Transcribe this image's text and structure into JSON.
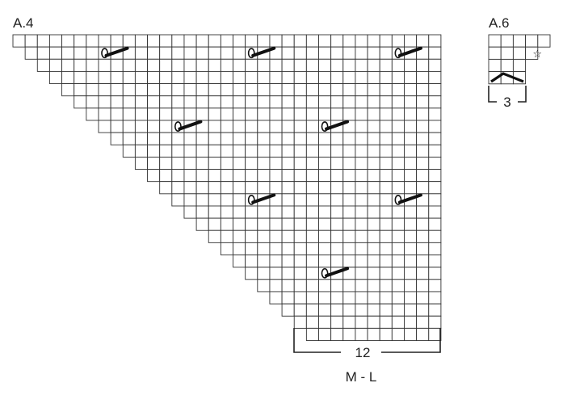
{
  "charts": [
    {
      "title": "A.4",
      "width_label": "12",
      "size_label": "M - L",
      "symbols": [
        {
          "type": "yarn-over-cable",
          "row": 1,
          "col": 7
        },
        {
          "type": "yarn-over-cable",
          "row": 1,
          "col": 19
        },
        {
          "type": "yarn-over-cable",
          "row": 1,
          "col": 31
        },
        {
          "type": "yarn-over-cable",
          "row": 7,
          "col": 13
        },
        {
          "type": "yarn-over-cable",
          "row": 7,
          "col": 25
        },
        {
          "type": "yarn-over-cable",
          "row": 13,
          "col": 19
        },
        {
          "type": "yarn-over-cable",
          "row": 13,
          "col": 31
        },
        {
          "type": "yarn-over-cable",
          "row": 19,
          "col": 25
        }
      ]
    },
    {
      "title": "A.6",
      "width_label": "3",
      "symbols": [
        {
          "type": "star",
          "row": 1,
          "col": 3
        },
        {
          "type": "chevron",
          "row": 3,
          "col": 0
        }
      ]
    }
  ],
  "colors": {
    "grid_line": "#333333",
    "text": "#222222",
    "background": "#ffffff"
  }
}
